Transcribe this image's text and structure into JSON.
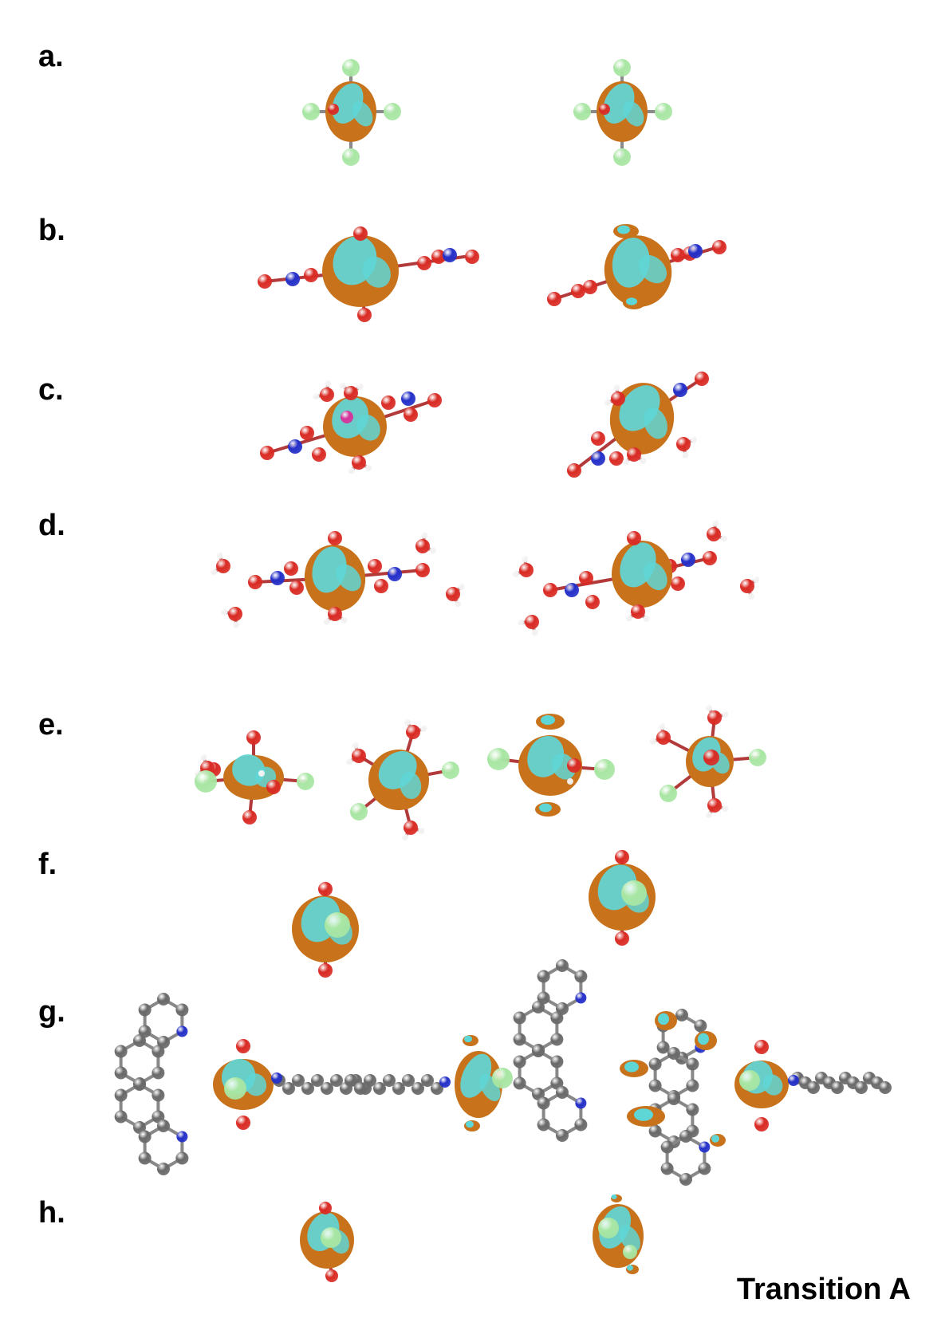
{
  "figure": {
    "panel_labels": [
      "a.",
      "b.",
      "c.",
      "d.",
      "e.",
      "f.",
      "g.",
      "h."
    ],
    "caption": "Transition A",
    "colors": {
      "lobe_orange": "#c8731c",
      "lobe_cyan": "#5fd6d6",
      "oxygen": "#d92b24",
      "nitrogen": "#2430c8",
      "fluorine": "#a8e6a3",
      "carbon": "#6a6a6a",
      "hydrogen": "#f2f2f2",
      "bond": "#b23a3a",
      "metal": "#d6339a"
    }
  }
}
